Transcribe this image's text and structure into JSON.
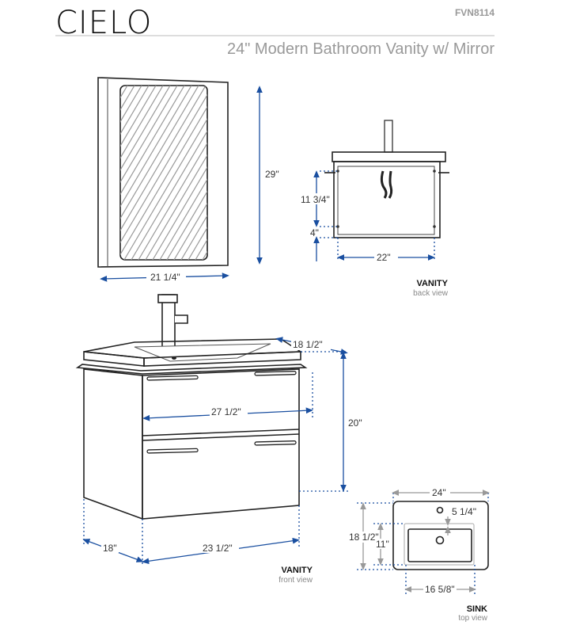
{
  "header": {
    "brand": "CIELO",
    "model": "FVN8114",
    "subtitle": "24\" Modern Bathroom Vanity w/ Mirror"
  },
  "mirror": {
    "height": "29\"",
    "width": "21 1/4\""
  },
  "vanity_back": {
    "height_upper": "11 3/4\"",
    "height_lower": "4\"",
    "width": "22\"",
    "title": "VANITY",
    "view": "back view"
  },
  "vanity_front": {
    "depth_top": "18 1/2\"",
    "height": "20\"",
    "counter_width": "27 1/2\"",
    "depth": "18\"",
    "width": "23 1/2\"",
    "title": "VANITY",
    "view": "front view"
  },
  "sink": {
    "width": "24\"",
    "depth": "18 1/2\"",
    "basin_depth": "11\"",
    "offset": "5 1/4\"",
    "basin_width": "16 5/8\"",
    "title": "SINK",
    "view": "top view"
  },
  "colors": {
    "dimension": "#1a4fa0",
    "line": "#222222"
  }
}
